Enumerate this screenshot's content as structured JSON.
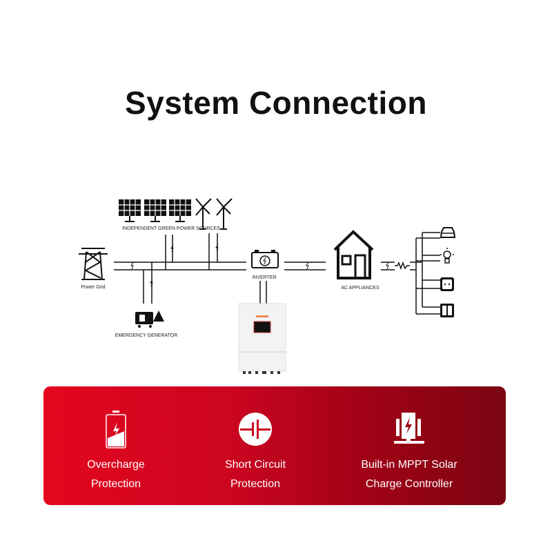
{
  "title": "System Connection",
  "diagram": {
    "labels": {
      "green_sources": "INDEPENDENT GREEN POWER SOURCES",
      "power_grid": "Power Grid",
      "inverter": "INVERTER",
      "ac_appliances": "AC APPLIANCES",
      "generator": "EMERGENCY GENERATOR"
    }
  },
  "features": [
    {
      "icon": "battery-charge-icon",
      "line1": "Overcharge",
      "line2": "Protection"
    },
    {
      "icon": "short-circuit-icon",
      "line1": "Short Circuit",
      "line2": "Protection"
    },
    {
      "icon": "mppt-controller-icon",
      "line1": "Built-in MPPT Solar",
      "line2": "Charge Controller"
    }
  ],
  "colors": {
    "panel_start": "#e4061f",
    "panel_end": "#7c0512"
  }
}
